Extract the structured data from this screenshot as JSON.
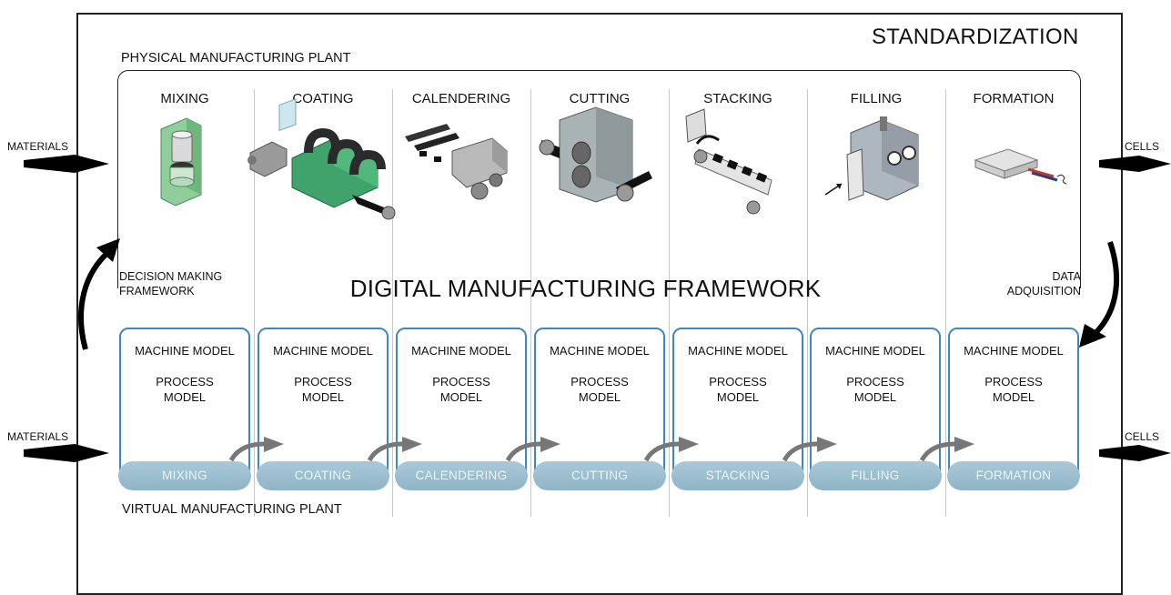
{
  "title": "STANDARDIZATION",
  "physical_label": "PHYSICAL MANUFACTURING PLANT",
  "virtual_label": "VIRTUAL MANUFACTURING PLANT",
  "framework_label": "DIGITAL MANUFACTURING FRAMEWORK",
  "decision_label": [
    "DECISION MAKING",
    "FRAMEWORK"
  ],
  "data_label": [
    "DATA",
    "ADQUISITION"
  ],
  "inputs": [
    "MATERIALS",
    "MATERIALS"
  ],
  "outputs": [
    "CELLS",
    "CELLS"
  ],
  "stages": [
    {
      "name": "MIXING",
      "machine": "MACHINE MODEL",
      "process1": "PROCESS",
      "process2": "MODEL",
      "pill": "MIXING"
    },
    {
      "name": "COATING",
      "machine": "MACHINE MODEL",
      "process1": "PROCESS",
      "process2": "MODEL",
      "pill": "COATING"
    },
    {
      "name": "CALENDERING",
      "machine": "MACHINE MODEL",
      "process1": "PROCESS",
      "process2": "MODEL",
      "pill": "CALENDERING"
    },
    {
      "name": "CUTTING",
      "machine": "MACHINE MODEL",
      "process1": "PROCESS",
      "process2": "MODEL",
      "pill": "CUTTING"
    },
    {
      "name": "STACKING",
      "machine": "MACHINE MODEL",
      "process1": "PROCESS",
      "process2": "MODEL",
      "pill": "STACKING"
    },
    {
      "name": "FILLING",
      "machine": "MACHINE MODEL",
      "process1": "PROCESS",
      "process2": "MODEL",
      "pill": "FILLING"
    },
    {
      "name": "FORMATION",
      "machine": "MACHINE MODEL",
      "process1": "PROCESS",
      "process2": "MODEL",
      "pill": "FORMATION"
    }
  ],
  "icons": [
    "mixer-machine-icon",
    "coating-machine-icon",
    "calender-roller-icon",
    "cutting-machine-icon",
    "stacking-machine-icon",
    "filling-chamber-icon",
    "formation-cell-icon"
  ],
  "colors": {
    "model_border": "#3f86c6",
    "pill_fill": "#9dc0d0",
    "pill_text": "#e8f6fb",
    "coating_green": "#3fa36b",
    "mixer_green": "#8fce9a"
  }
}
